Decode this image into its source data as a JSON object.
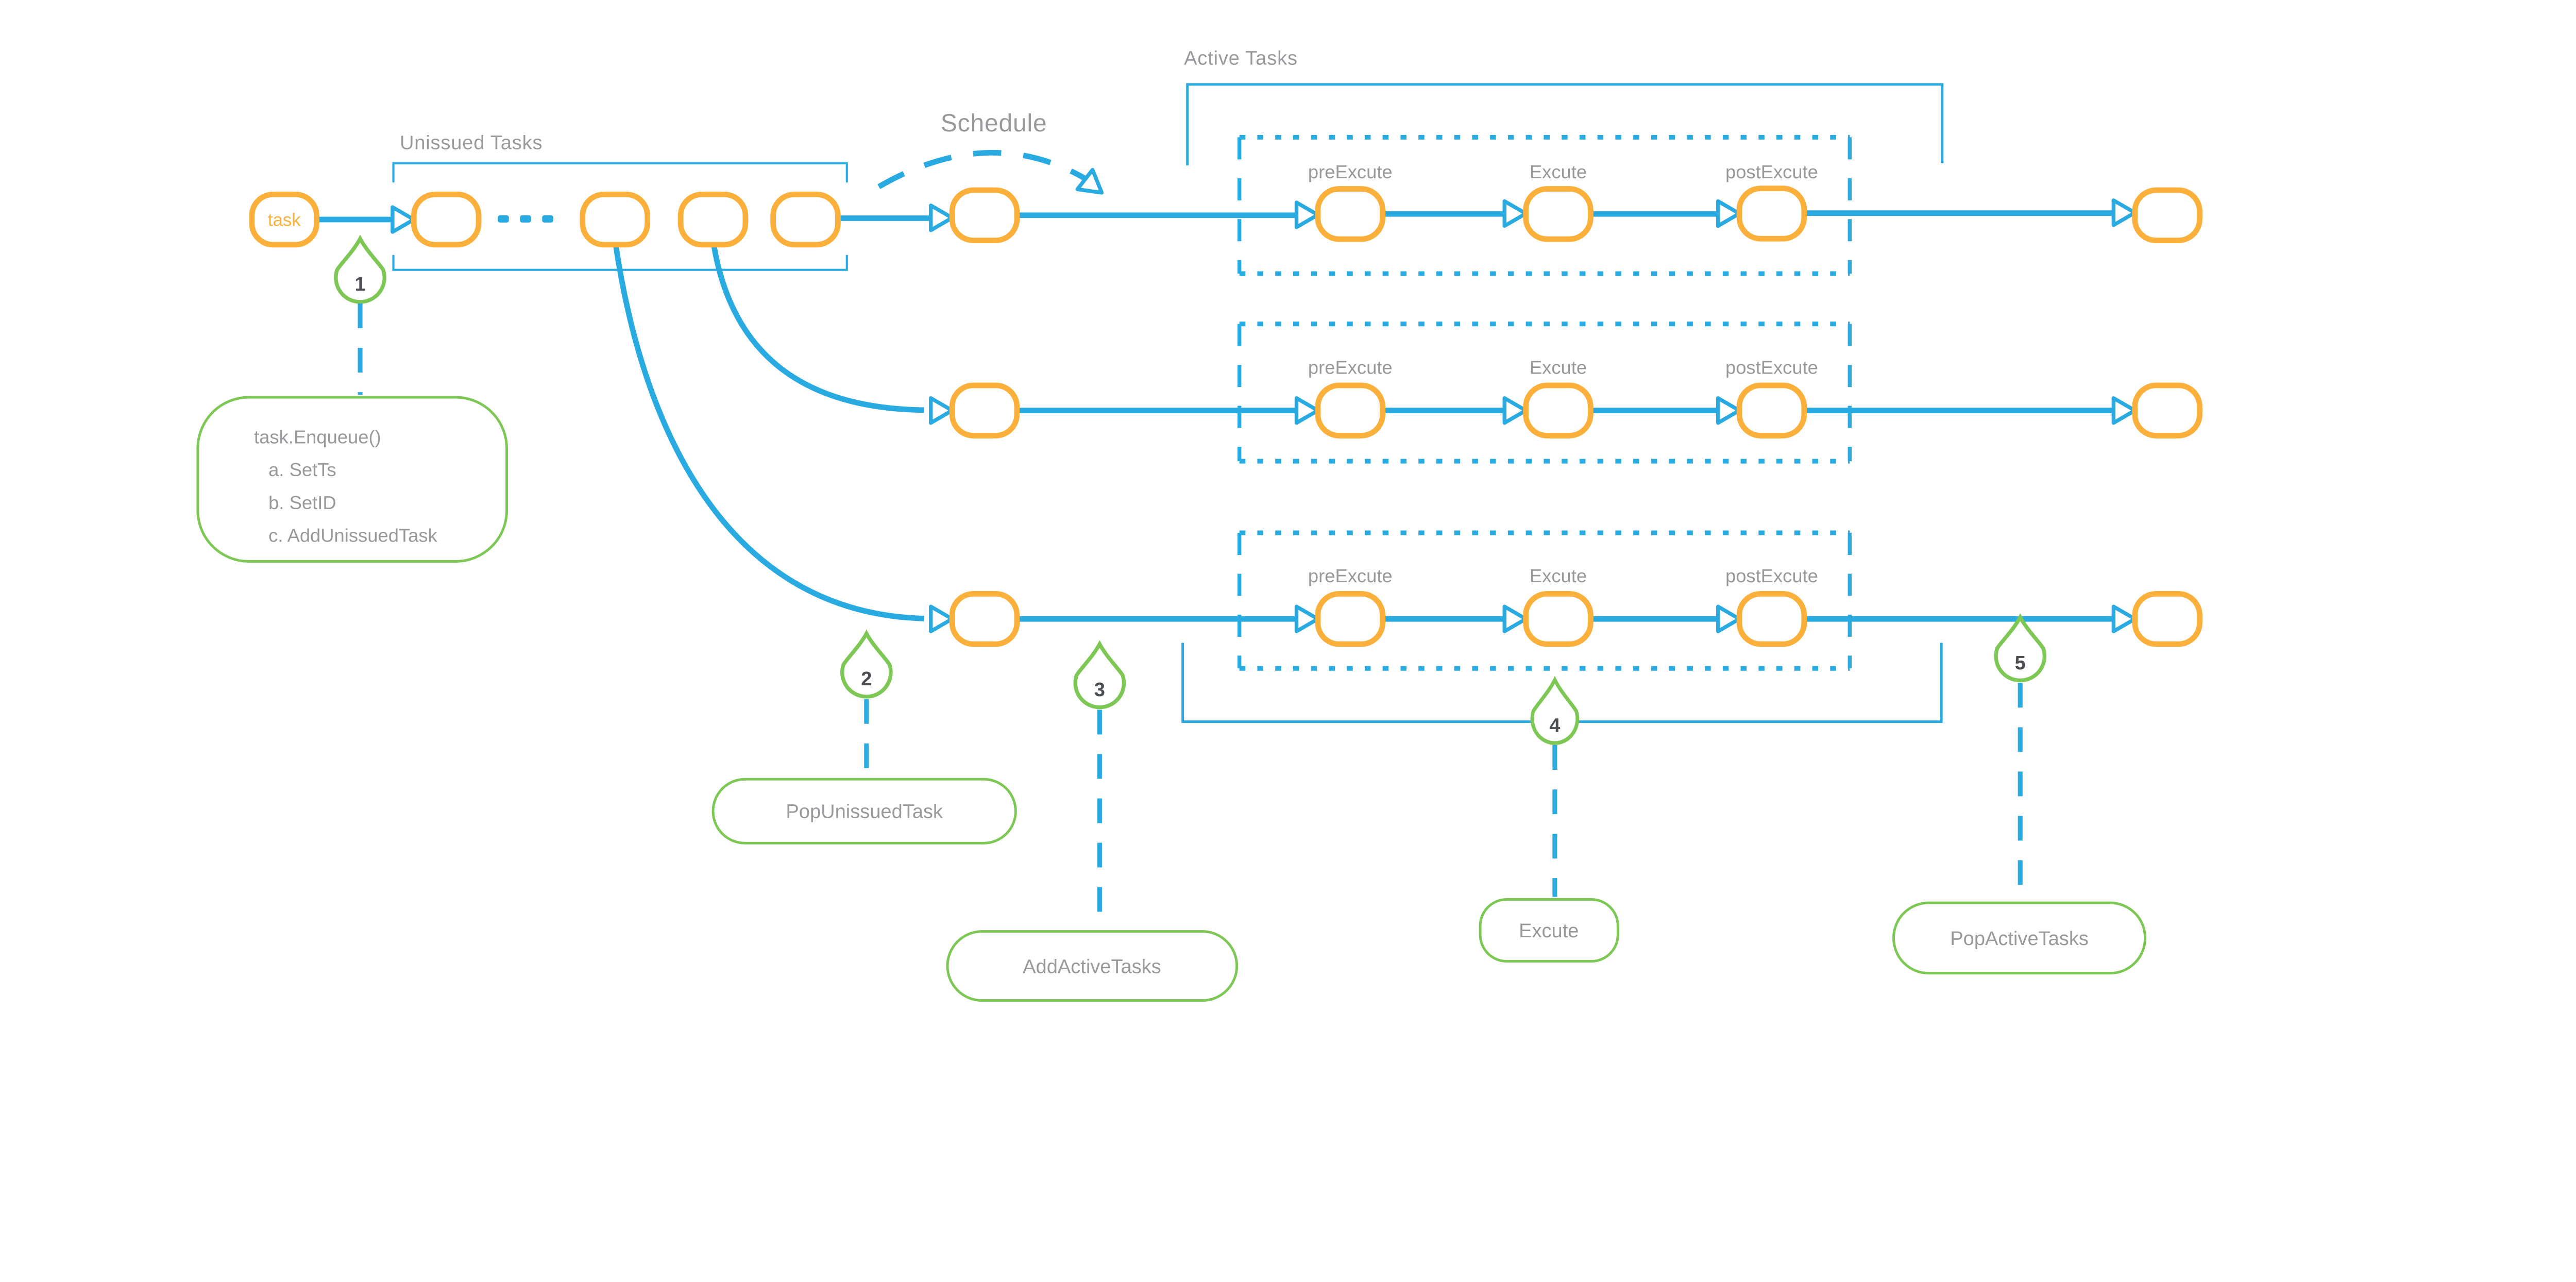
{
  "labels": {
    "unissued_tasks": "Unissued Tasks",
    "schedule": "Schedule",
    "active_tasks": "Active Tasks",
    "task_node": "task"
  },
  "columns": {
    "pre": "preExcute",
    "exec": "Excute",
    "post": "postExcute"
  },
  "callouts": {
    "enqueue": {
      "number": "1",
      "lines": [
        "task.Enqueue()",
        "a. SetTs",
        "b. SetID",
        "c. AddUnissuedTask"
      ]
    },
    "pop_unissued": {
      "number": "2",
      "label": "PopUnissuedTask"
    },
    "add_active": {
      "number": "3",
      "label": "AddActiveTasks"
    },
    "execute": {
      "number": "4",
      "label": "Excute"
    },
    "pop_active": {
      "number": "5",
      "label": "PopActiveTasks"
    }
  },
  "colors": {
    "blue": "#29ABE2",
    "orange": "#FBB03B",
    "green": "#7DC855",
    "gray_text": "#97999C",
    "number_text": "#4A4D52"
  }
}
